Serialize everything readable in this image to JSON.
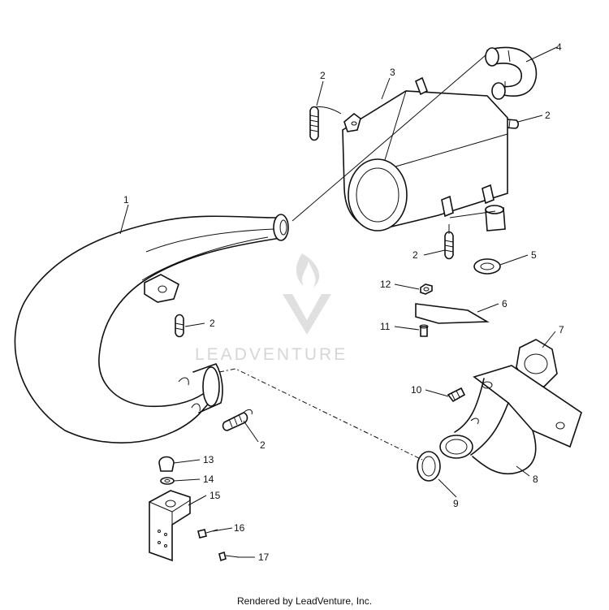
{
  "watermark": {
    "text": "LEADVENTURE"
  },
  "footer": {
    "text": "Rendered by LeadVenture, Inc."
  },
  "callouts": {
    "c1": "1",
    "c2a": "2",
    "c2b": "2",
    "c2c": "2",
    "c2d": "2",
    "c2e": "2",
    "c3": "3",
    "c4": "4",
    "c5": "5",
    "c6": "6",
    "c7": "7",
    "c8": "8",
    "c9": "9",
    "c10": "10",
    "c11": "11",
    "c12": "12",
    "c13": "13",
    "c14": "14",
    "c15": "15",
    "c16": "16",
    "c17": "17"
  }
}
